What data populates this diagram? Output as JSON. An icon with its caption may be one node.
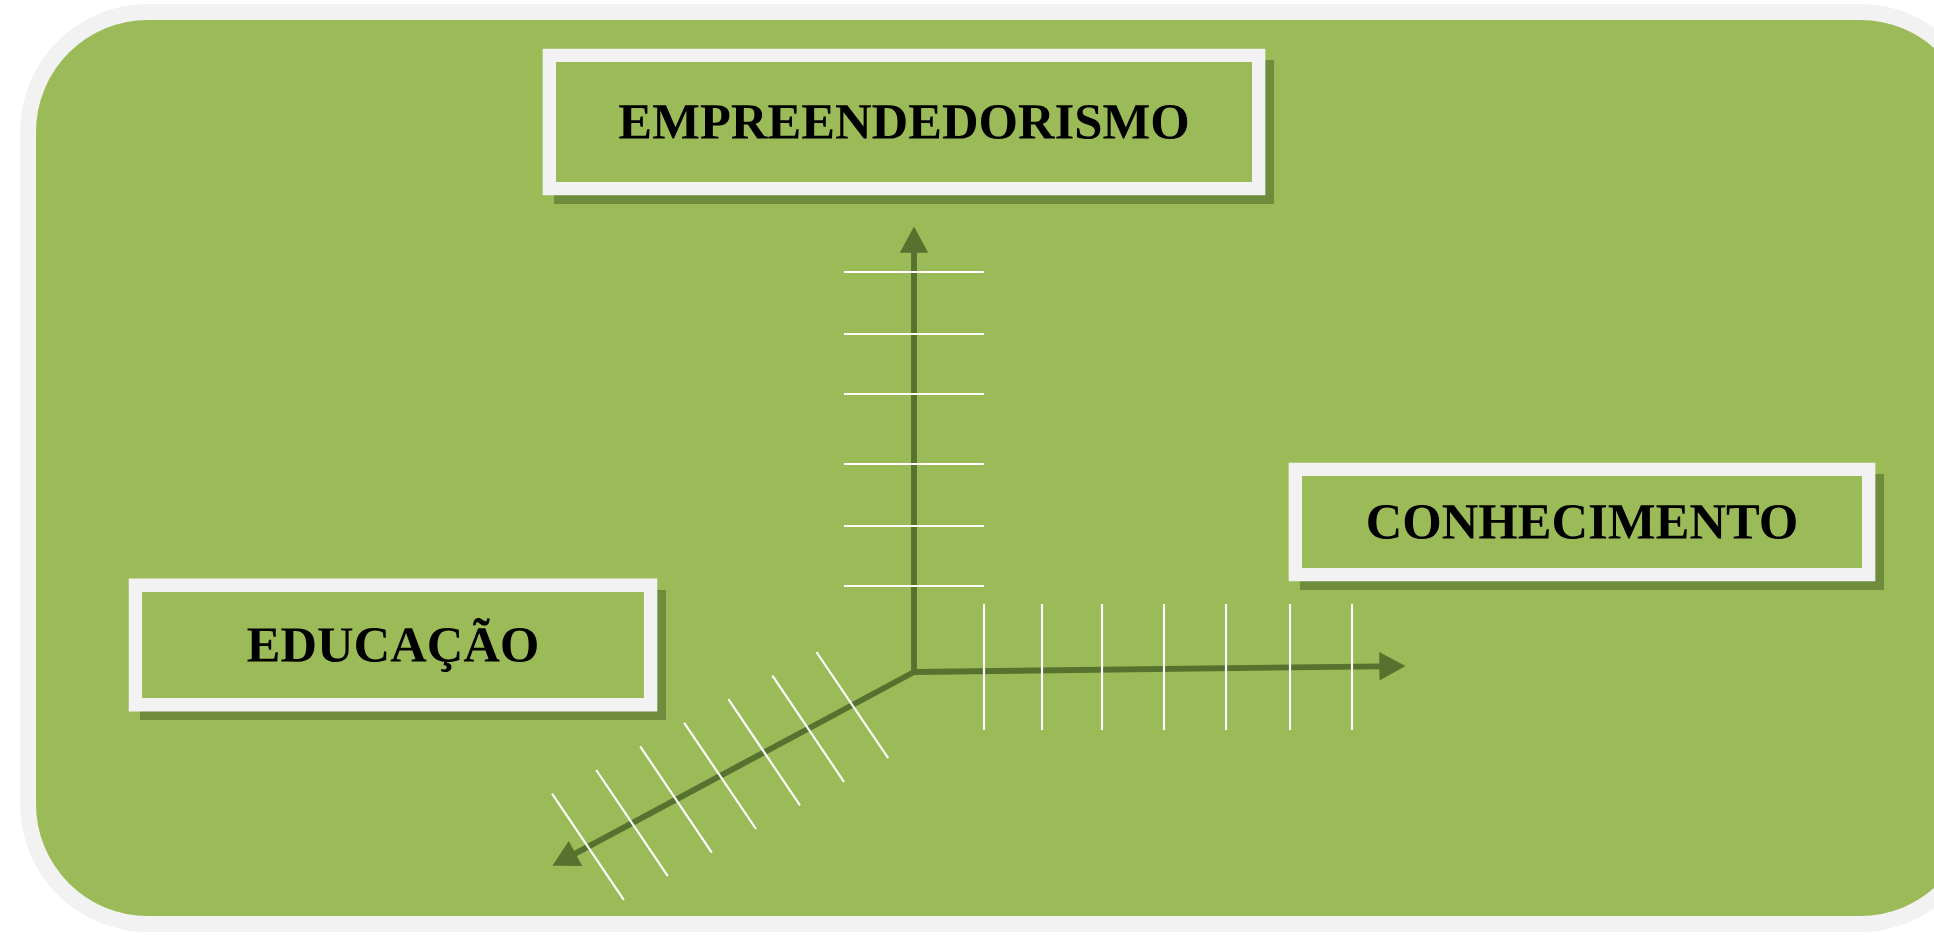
{
  "diagram": {
    "nodes": [
      {
        "text": [],
        "shape": "box"
      },
      {
        "text": [
          "EMPREENDEDORISMO"
        ],
        "in": 0
      },
      {
        "text": [
          "CONHECIMENTO"
        ],
        "in": 0
      },
      {
        "text": [
          "EDUCAÇÃO"
        ],
        "in": 0
      }
    ]
  }
}
